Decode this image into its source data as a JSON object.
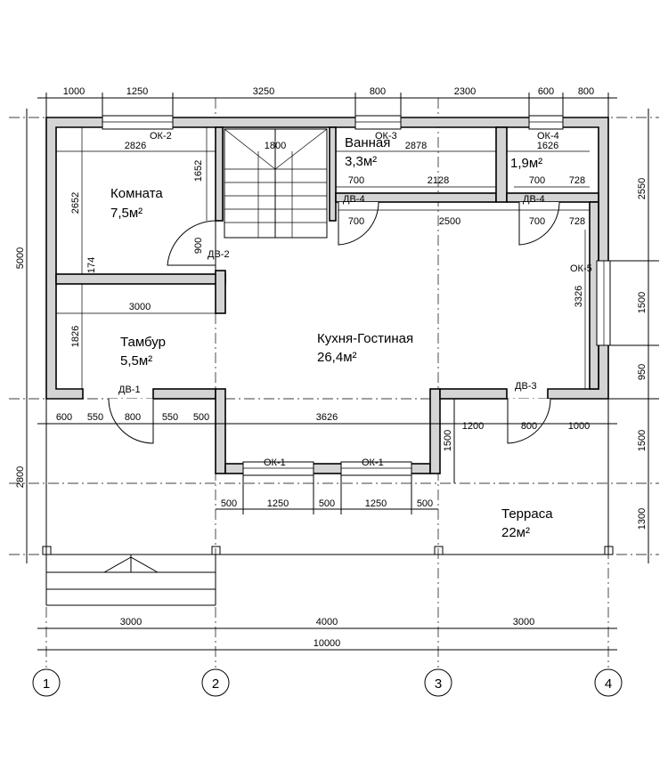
{
  "plan": {
    "rooms": {
      "komnata": {
        "name": "Комната",
        "area": "7,5м²"
      },
      "tambur": {
        "name": "Тамбур",
        "area": "5,5м²"
      },
      "vannaya": {
        "name": "Ванная",
        "area": "3,3м²"
      },
      "wc": {
        "area": "1,9м²"
      },
      "kitchen": {
        "name": "Кухня-Гостиная",
        "area": "26,4м²"
      },
      "terrace": {
        "name": "Терраса",
        "area": "22м²"
      }
    },
    "labels": {
      "ok1a": "ОК-1",
      "ok1b": "ОК-1",
      "ok2": "ОК-2",
      "ok3": "ОК-3",
      "ok4": "ОК-4",
      "ok5": "ОК-5",
      "dv1": "ДВ-1",
      "dv2": "ДВ-2",
      "dv3": "ДВ-3",
      "dv4a": "ДВ-4",
      "dv4b": "ДВ-4"
    },
    "top_dims": [
      "1000",
      "1250",
      "3250",
      "800",
      "2300",
      "600",
      "800"
    ],
    "left_dims": {
      "upper": "5000",
      "lower": "2800"
    },
    "right_dims": [
      "2550",
      "1500",
      "950",
      "1500",
      "1300"
    ],
    "inner_dims": {
      "d2826": "2826",
      "d1800": "1800",
      "d2878": "2878",
      "d1626": "1626",
      "d1652": "1652",
      "d2652": "2652",
      "d900": "900",
      "d174": "174",
      "d700a": "700",
      "d2128": "2128",
      "d700b": "700",
      "d728a": "728",
      "d700c": "700",
      "d2500": "2500",
      "d700d": "700",
      "d728b": "728",
      "d3000": "3000",
      "d1826": "1826",
      "d3326": "3326",
      "d3626": "3626",
      "d1200": "1200",
      "d800r": "800",
      "d1000r": "1000",
      "d1500": "1500"
    },
    "front_dims": [
      "600",
      "550",
      "800",
      "550",
      "500"
    ],
    "window_dims": [
      "500",
      "1250",
      "500",
      "1250",
      "500"
    ],
    "bottom_dims": {
      "a": "3000",
      "b": "4000",
      "c": "3000",
      "total": "10000"
    },
    "axes": [
      "1",
      "2",
      "3",
      "4"
    ]
  }
}
